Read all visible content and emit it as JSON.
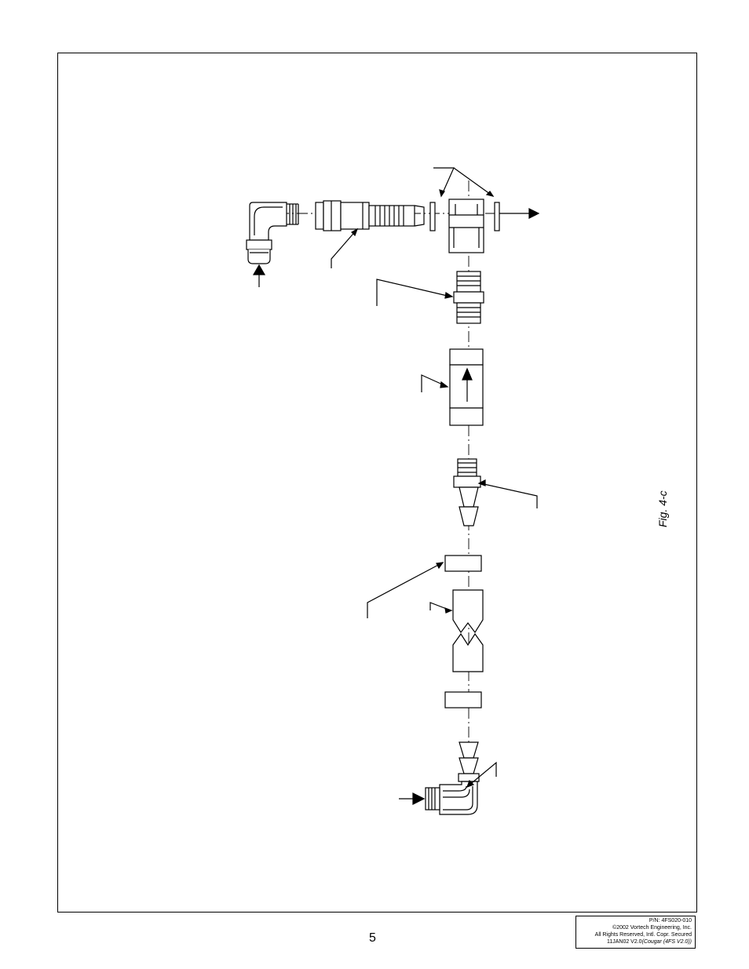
{
  "figure": {
    "label": "Fig. 4-c"
  },
  "page": {
    "number": "5"
  },
  "info_box": {
    "part_number": "P/N: 4FS020-010",
    "copyright": "©2002 Vortech Engineering, Inc.",
    "rights": "All Rights Reserved, Intl. Copr. Secured",
    "version": "11JAN02 V2.0",
    "version_note": "(Cougar (4FS V2.0))"
  }
}
